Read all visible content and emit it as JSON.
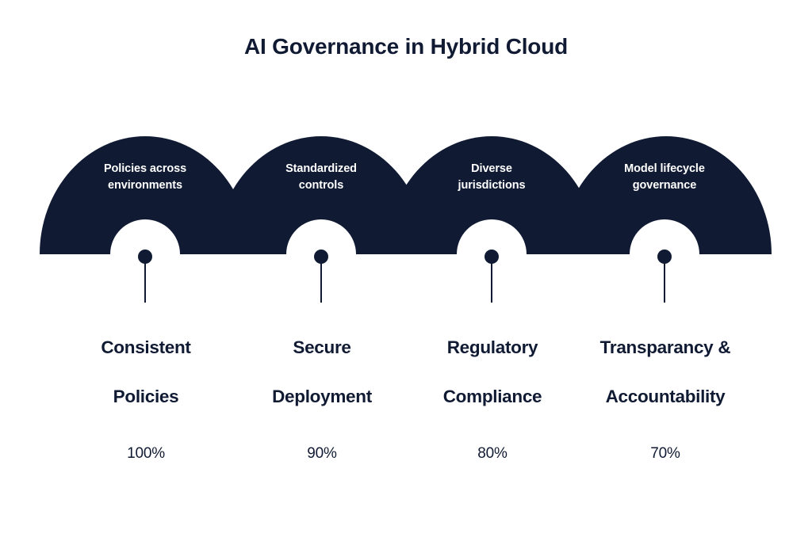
{
  "title": "AI Governance in Hybrid Cloud",
  "colors": {
    "arch_fill": "#101B33",
    "background": "#ffffff",
    "caption_text": "#ffffff",
    "label_text": "#101B33"
  },
  "chart_data": {
    "type": "bar",
    "title": "AI Governance in Hybrid Cloud",
    "xlabel": "",
    "ylabel": "",
    "ylim": [
      0,
      100
    ],
    "categories": [
      "Consistent Policies",
      "Secure Deployment",
      "Regulatory Compliance",
      "Transparancy & Accountability"
    ],
    "values": [
      100,
      90,
      80,
      70
    ],
    "value_labels": [
      "100%",
      "90%",
      "80%",
      "70%"
    ],
    "annotations": [
      "Policies across environments",
      "Standardized controls",
      "Diverse jurisdictions",
      "Model lifecycle governance"
    ],
    "grid": false,
    "legend": "none"
  },
  "stages": [
    {
      "caption": "Policies across\nenvironments",
      "caption_line1": "Policies across",
      "caption_line2": "environments",
      "name": "Consistent\nPolicies",
      "name_line1": "Consistent",
      "name_line2": "Policies",
      "value": "100%"
    },
    {
      "caption": "Standardized\ncontrols",
      "caption_line1": "Standardized",
      "caption_line2": "controls",
      "name": "Secure\nDeployment",
      "name_line1": "Secure",
      "name_line2": "Deployment",
      "value": "90%"
    },
    {
      "caption": "Diverse\njurisdictions",
      "caption_line1": "Diverse",
      "caption_line2": "jurisdictions",
      "name": "Regulatory\nCompliance",
      "name_line1": "Regulatory",
      "name_line2": "Compliance",
      "value": "80%"
    },
    {
      "caption": "Model lifecycle\ngovernance",
      "caption_line1": "Model lifecycle",
      "caption_line2": "governance",
      "name": "Transparancy &\nAccountability",
      "name_line1": "Transparancy &",
      "name_line2": "Accountability",
      "value": "70%"
    }
  ]
}
